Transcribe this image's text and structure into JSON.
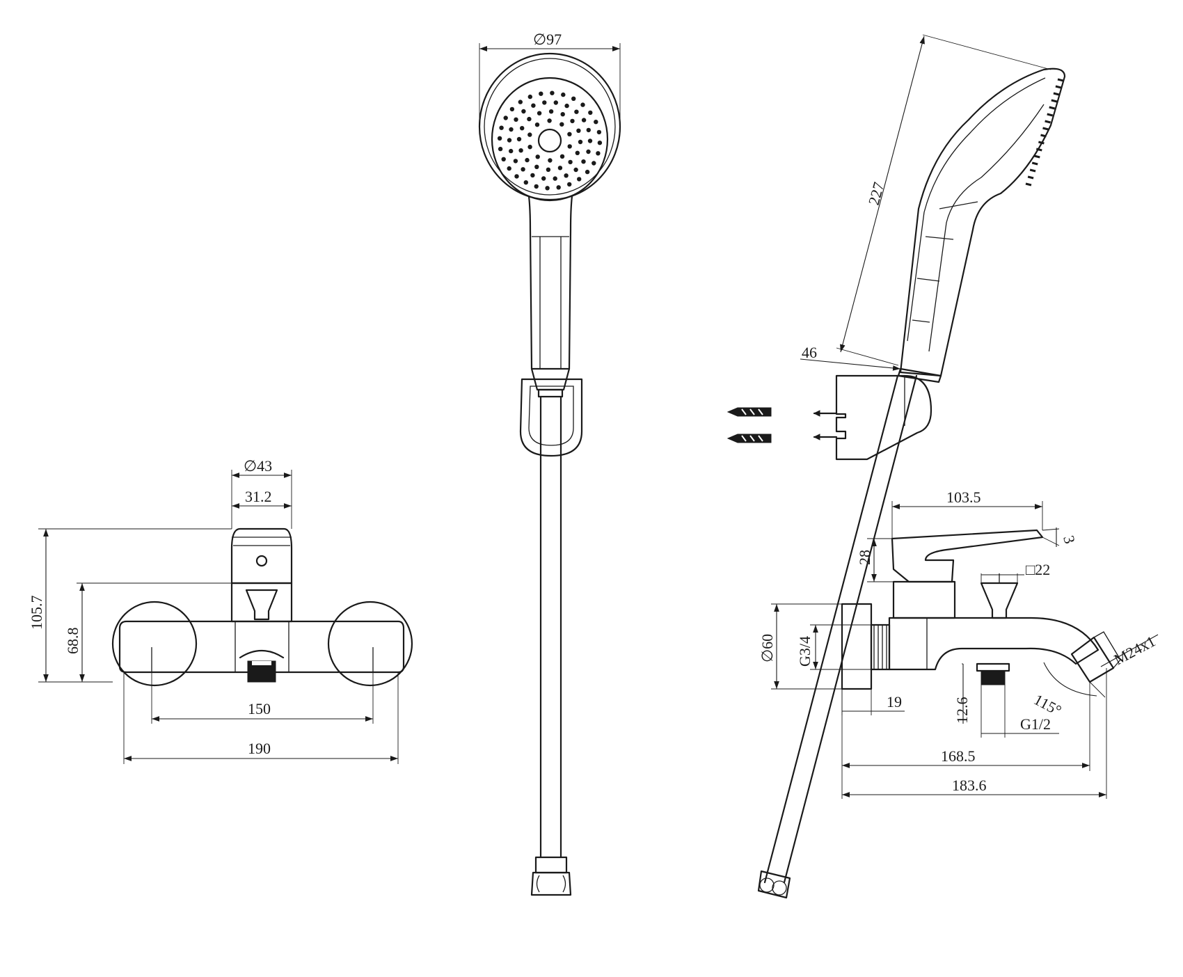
{
  "colors": {
    "line": "#1a1a1a",
    "background": "#ffffff"
  },
  "front_view": {
    "diameter_top": "∅43",
    "width_top": "31.2",
    "height_total": "105.7",
    "height_body": "68.8",
    "centers": "150",
    "width_total": "190"
  },
  "hand_shower": {
    "head_diameter": "∅97"
  },
  "side_view": {
    "shower_length": "227",
    "holder_offset": "46",
    "lever_length": "103.5",
    "lever_angle": "3",
    "lever_height": "28",
    "diverter_square": "□22",
    "flange_diameter": "∅60",
    "inlet_thread": "G3/4",
    "flange_depth": "19",
    "outlet_height": "12.6",
    "outlet_thread": "G1/2",
    "spout_thread": "M24x1",
    "spout_angle": "115°",
    "spout_reach": "168.5",
    "total_depth": "183.6"
  }
}
